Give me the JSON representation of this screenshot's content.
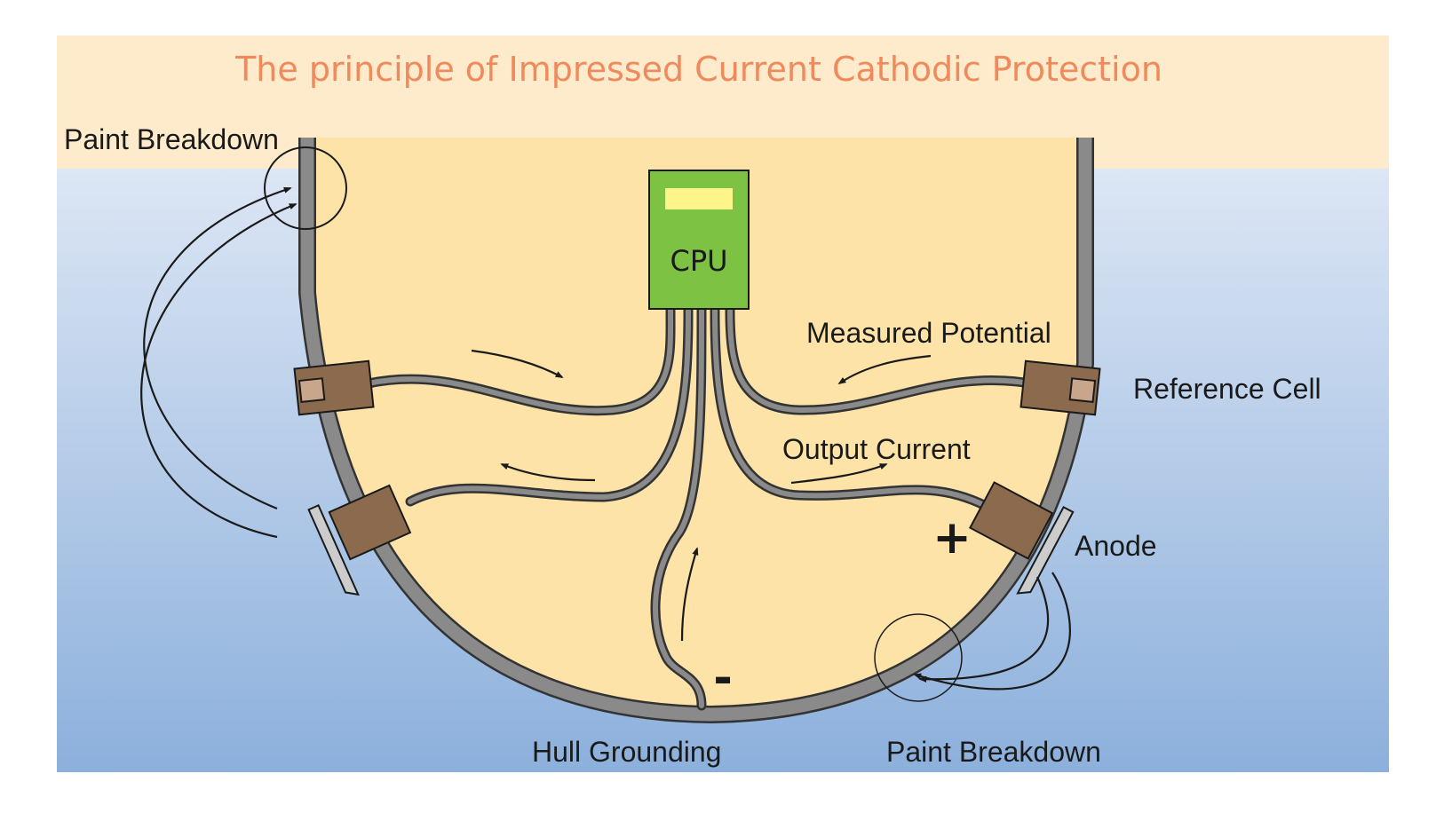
{
  "title": "The principle of Impressed Current Cathodic Protection",
  "labels": {
    "paint_breakdown_top": "Paint Breakdown",
    "measured_potential": "Measured Potential",
    "reference_cell": "Reference Cell",
    "output_current": "Output Current",
    "anode": "Anode",
    "hull_grounding": "Hull Grounding",
    "paint_breakdown_bottom": "Paint Breakdown",
    "cpu": "CPU",
    "plus_sign": "+",
    "minus_sign": "-"
  },
  "colors": {
    "title": "#f08a5d",
    "header_band": "#fdebcb",
    "sea_top": "#eef2fa",
    "sea_bottom": "#8cb0dc",
    "hull_interior": "#fde3a8",
    "hull_steel": "#8a8a8a",
    "cpu_body": "#7dc242",
    "cpu_display": "#fdf58a",
    "device_brown": "#8b6a4e",
    "device_window": "#c9a58c",
    "anode_shield": "#cccccc"
  }
}
